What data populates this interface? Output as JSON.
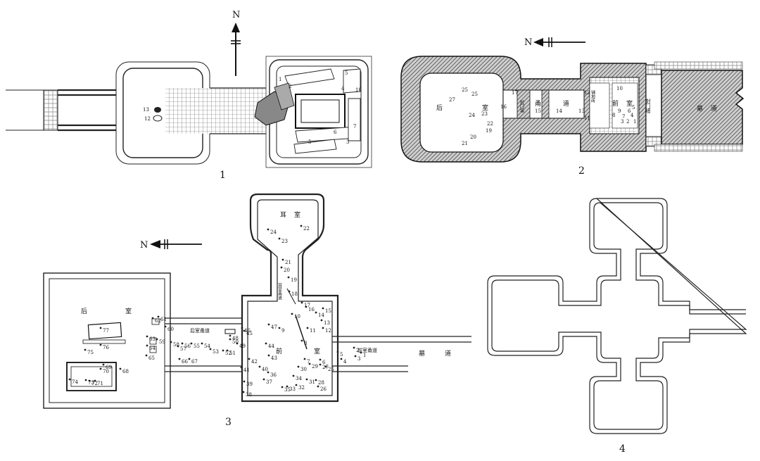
{
  "figure": {
    "north_marker": "N",
    "panels": [
      {
        "id": "1",
        "label": "1",
        "numbers": [
          "1",
          "2",
          "3",
          "4",
          "5",
          "5",
          "6",
          "7",
          "10",
          "12",
          "13"
        ]
      },
      {
        "id": "2",
        "label": "2",
        "numbers": [
          "25",
          "25",
          "27",
          "24",
          "23",
          "22",
          "19",
          "20",
          "21",
          "17",
          "16",
          "15",
          "14",
          "13",
          "12",
          "11",
          "10",
          "9",
          "8",
          "7",
          "6",
          "5",
          "4",
          "3",
          "2",
          "1"
        ],
        "cjk": {
          "rear_chamber_a": "后",
          "rear_chamber_b": "室",
          "front_chamber_a": "前",
          "front_chamber_b": "室",
          "passage_a": "甬",
          "passage_b": "道",
          "entrance_passage_a": "墓",
          "entrance_passage_b": "道",
          "seal_wall": "封门墙",
          "stone_door": "封门墙",
          "middle": "铺地砖"
        }
      },
      {
        "id": "3",
        "label": "3",
        "numbers": [
          "1",
          "2",
          "3",
          "4",
          "5",
          "6",
          "7",
          "8",
          "9",
          "10",
          "11",
          "12",
          "13",
          "14",
          "15",
          "16",
          "17",
          "18",
          "19",
          "20",
          "21",
          "22",
          "23",
          "24",
          "25",
          "26",
          "27",
          "28",
          "29",
          "30",
          "31",
          "32",
          "33",
          "34",
          "35",
          "36",
          "37",
          "38",
          "39",
          "40",
          "41",
          "42",
          "43",
          "44",
          "45",
          "46",
          "47",
          "48",
          "49",
          "50",
          "51",
          "52",
          "53",
          "54",
          "55",
          "56",
          "57",
          "58",
          "59",
          "60",
          "61",
          "62",
          "63",
          "64",
          "65",
          "66",
          "67",
          "68",
          "69",
          "70",
          "71",
          "72",
          "73",
          "74",
          "75",
          "76",
          "77"
        ],
        "cjk": {
          "ear_chamber_a": "耳",
          "ear_chamber_b": "室",
          "rear_chamber_a": "后",
          "rear_chamber_b": "室",
          "front_chamber_a": "前",
          "front_chamber_b": "室",
          "rear_passage": "后室甬道",
          "front_passage": "前室甬道",
          "ear_passage": "耳室甬道",
          "tomb_passage_a": "墓",
          "tomb_passage_b": "道"
        }
      },
      {
        "id": "4",
        "label": "4"
      }
    ]
  }
}
